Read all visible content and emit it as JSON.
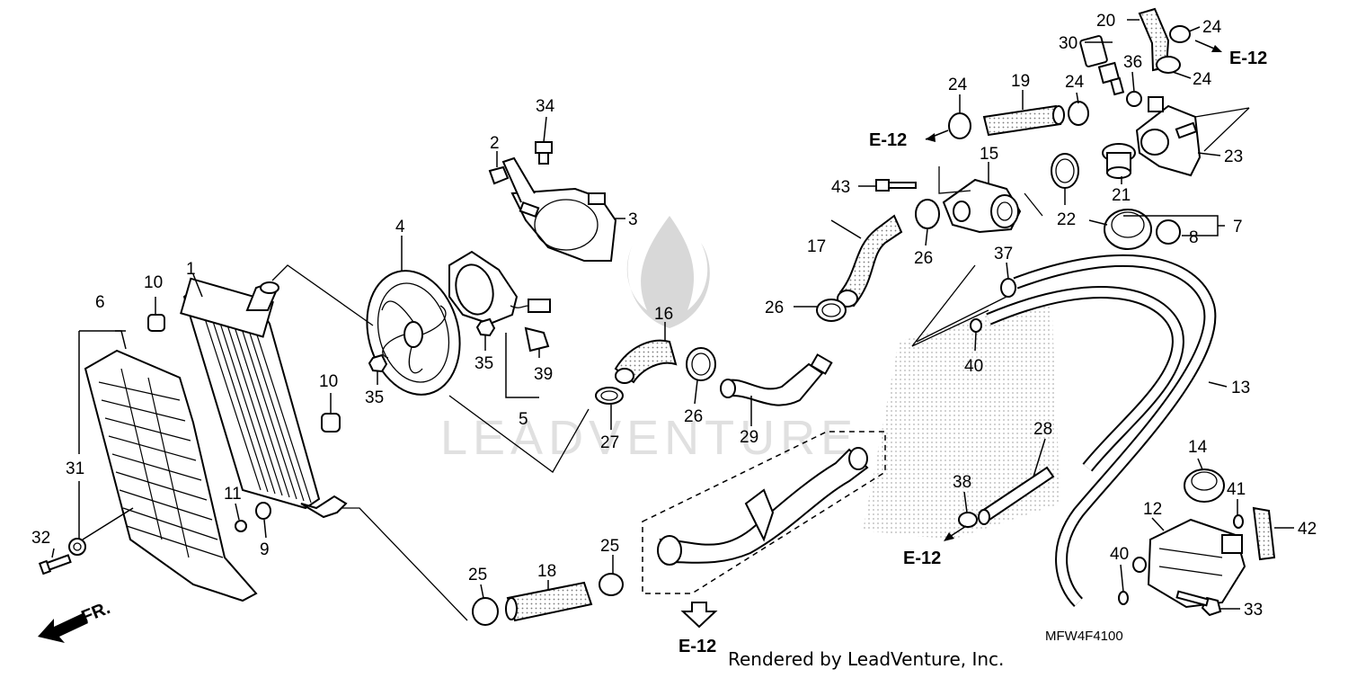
{
  "diagram": {
    "code": "MFW4F4100",
    "footer": "Rendered by LeadVenture, Inc.",
    "watermark": "LEADVENTURE",
    "front_label": "FR.",
    "ref_labels": {
      "e12_top": "E-12",
      "e12_left": "E-12",
      "e12_mid": "E-12",
      "e12_bottom": "E-12"
    },
    "callouts": {
      "n1": "1",
      "n2": "2",
      "n3": "3",
      "n4": "4",
      "n5": "5",
      "n6": "6",
      "n7": "7",
      "n8": "8",
      "n9": "9",
      "n10a": "10",
      "n10b": "10",
      "n11": "11",
      "n12": "12",
      "n13": "13",
      "n14": "14",
      "n15": "15",
      "n16": "16",
      "n17": "17",
      "n18": "18",
      "n19": "19",
      "n20": "20",
      "n21": "21",
      "n22": "22",
      "n23": "23",
      "n24a": "24",
      "n24b": "24",
      "n24c": "24",
      "n24d": "24",
      "n25a": "25",
      "n25b": "25",
      "n26a": "26",
      "n26b": "26",
      "n26c": "26",
      "n27": "27",
      "n28": "28",
      "n29": "29",
      "n30": "30",
      "n31": "31",
      "n32": "32",
      "n33": "33",
      "n34": "34",
      "n35a": "35",
      "n35b": "35",
      "n36": "36",
      "n37": "37",
      "n38": "38",
      "n39": "39",
      "n40a": "40",
      "n40b": "40",
      "n41": "41",
      "n42": "42",
      "n43": "43"
    }
  }
}
